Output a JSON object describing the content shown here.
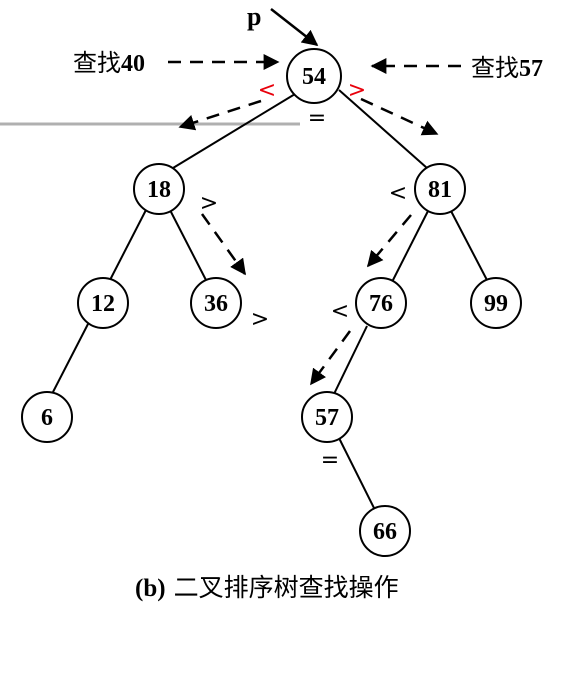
{
  "pointer": {
    "label": "p"
  },
  "search_left": {
    "prefix": "查找",
    "number": "40"
  },
  "search_right": {
    "prefix": "查找",
    "number": "57"
  },
  "nodes": {
    "n54": "54",
    "n18": "18",
    "n81": "81",
    "n12": "12",
    "n36": "36",
    "n76": "76",
    "n99": "99",
    "n6": "6",
    "n57": "57",
    "n66": "66"
  },
  "comparisons": {
    "root_left": "<",
    "root_right": ">",
    "root_equal": "=",
    "n18_greater": ">",
    "n36_greater": ">",
    "n81_less": "<",
    "n76_less": "<",
    "n57_equal": "="
  },
  "colors": {
    "highlight": "#e8000b",
    "stroke": "#000000",
    "rule": "#aaaaaa"
  },
  "caption": {
    "part": "(b)",
    "text": "二叉排序树查找操作"
  }
}
